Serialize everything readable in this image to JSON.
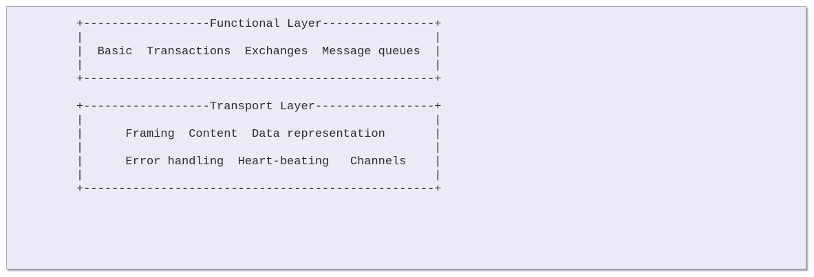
{
  "diagram": {
    "lines": [
      "+------------------Functional Layer----------------+",
      "|                                                  |",
      "|  Basic  Transactions  Exchanges  Message queues  |",
      "|                                                  |",
      "+--------------------------------------------------+",
      "",
      "+------------------Transport Layer-----------------+",
      "|                                                  |",
      "|      Framing  Content  Data representation       |",
      "|                                                  |",
      "|      Error handling  Heart-beating   Channels    |",
      "|                                                  |",
      "+--------------------------------------------------+"
    ]
  }
}
